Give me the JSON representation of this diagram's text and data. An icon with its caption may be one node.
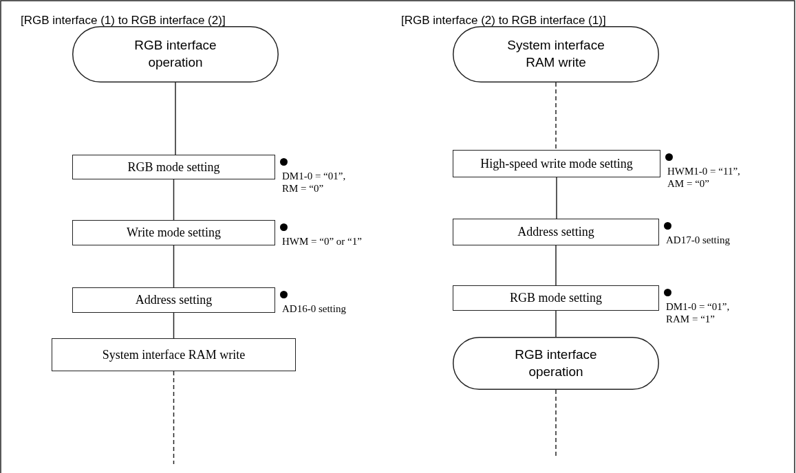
{
  "diagram": {
    "nodes": [
      {
        "text": [
          "RGB interface operation"
        ]
      },
      {
        "text": [
          "RGB mode setting"
        ],
        "beside": [
          "DM1-0 = “01”, RM = “0”"
        ]
      },
      {
        "text": [
          "Write mode setting"
        ],
        "beside": [
          "HWM = “0” or “1”"
        ]
      },
      {
        "text": [
          "Address setting"
        ],
        "beside": [
          "AD16-0 setting"
        ]
      },
      {
        "text": [
          "System interface RAM write"
        ]
      },
      {
        "text": [
          "System interface RAM write"
        ]
      },
      {
        "text": [
          "High-speed write mode setting"
        ],
        "beside": [
          "HWM1-0 = “11”, AM = “0”"
        ]
      },
      {
        "text": [
          "Address setting"
        ],
        "beside": [
          "AD17-0 setting"
        ]
      },
      {
        "text": [
          "RGB mode setting"
        ],
        "beside": [
          "DM1-0 = “01”, RAM = “1”"
        ]
      },
      {
        "text": [
          "RGB interface operation"
        ]
      }
    ],
    "edges": [
      {
        "from": 0,
        "to": 1,
        "arrow": "none"
      },
      {
        "from": 1,
        "to": 2,
        "arrow": "none"
      },
      {
        "from": 2,
        "to": 3,
        "arrow": "none"
      },
      {
        "from": 3,
        "to": 4,
        "arrow": "none"
      },
      {
        "from": 4,
        "to": null,
        "arrow": "none",
        "style": "dashed"
      },
      {
        "from": 5,
        "to": 6,
        "arrow": "none",
        "style": "dashed"
      },
      {
        "from": 6,
        "to": 7,
        "arrow": "none"
      },
      {
        "from": 7,
        "to": 8,
        "arrow": "none"
      },
      {
        "from": 8,
        "to": 9,
        "arrow": "none"
      },
      {
        "from": 9,
        "to": null,
        "arrow": "none",
        "style": "dashed"
      }
    ],
    "labels": [
      "[RGB interface (1) to RGB interface (2)]",
      "[RGB interface (2) to RGB interface (1)]"
    ]
  }
}
